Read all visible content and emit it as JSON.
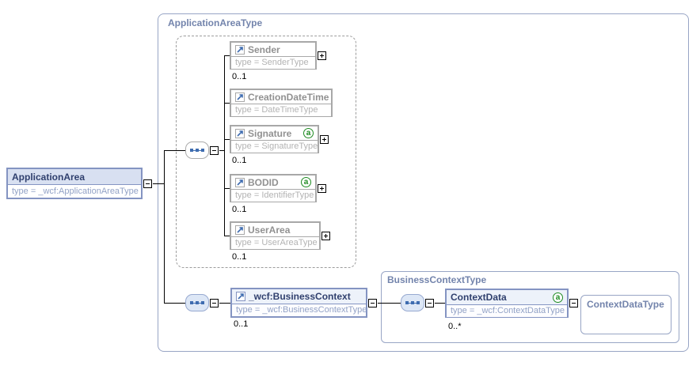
{
  "colors": {
    "c_container_border": "#98a5c5",
    "c_container_label": "#7384ac",
    "c_dashed": "#9c9c9c",
    "c_gray_border": "#a8a8a8",
    "c_gray_name": "#919191",
    "c_gray_type": "#b3b3b3",
    "c_blue_border": "#8494c2",
    "c_blue_head": "#d8e0f1",
    "c_blue_head_light": "#edf2fa",
    "c_navy": "#30406e",
    "c_blue_type": "#92a2c6",
    "c_line": "#000000",
    "c_seq_border_gray": "#ababab",
    "c_seq_border_blue": "#97a9d0",
    "c_seq_fill_blue": "#dde7f6",
    "c_seq_dot": "#3e6cb0",
    "c_attr_green": "#1e8b22",
    "c_card": "#000000"
  },
  "icons": {
    "attribute_indicator": "a"
  },
  "diagram": {
    "outer_container": {
      "label": "ApplicationAreaType"
    },
    "root": {
      "name": "ApplicationArea",
      "type": "type = _wcf:ApplicationAreaType"
    },
    "group_elements": [
      {
        "name": "Sender",
        "type": "type = SenderType",
        "cardinality": "0..1"
      },
      {
        "name": "CreationDateTime",
        "type": "type = DateTimeType",
        "cardinality": ""
      },
      {
        "name": "Signature",
        "type": "type = SignatureType",
        "cardinality": "0..1"
      },
      {
        "name": "BODID",
        "type": "type = IdentifierType",
        "cardinality": "0..1"
      },
      {
        "name": "UserArea",
        "type": "type = UserAreaType",
        "cardinality": "0..1"
      }
    ],
    "business_context": {
      "name": "_wcf:BusinessContext",
      "type": "type = _wcf:BusinessContextType",
      "cardinality": "0..1"
    },
    "business_context_container": {
      "label": "BusinessContextType"
    },
    "context_data": {
      "name": "ContextData",
      "type": "type = _wcf:ContextDataType",
      "cardinality": "0..*"
    },
    "context_data_type_box": {
      "label": "ContextDataType"
    }
  }
}
